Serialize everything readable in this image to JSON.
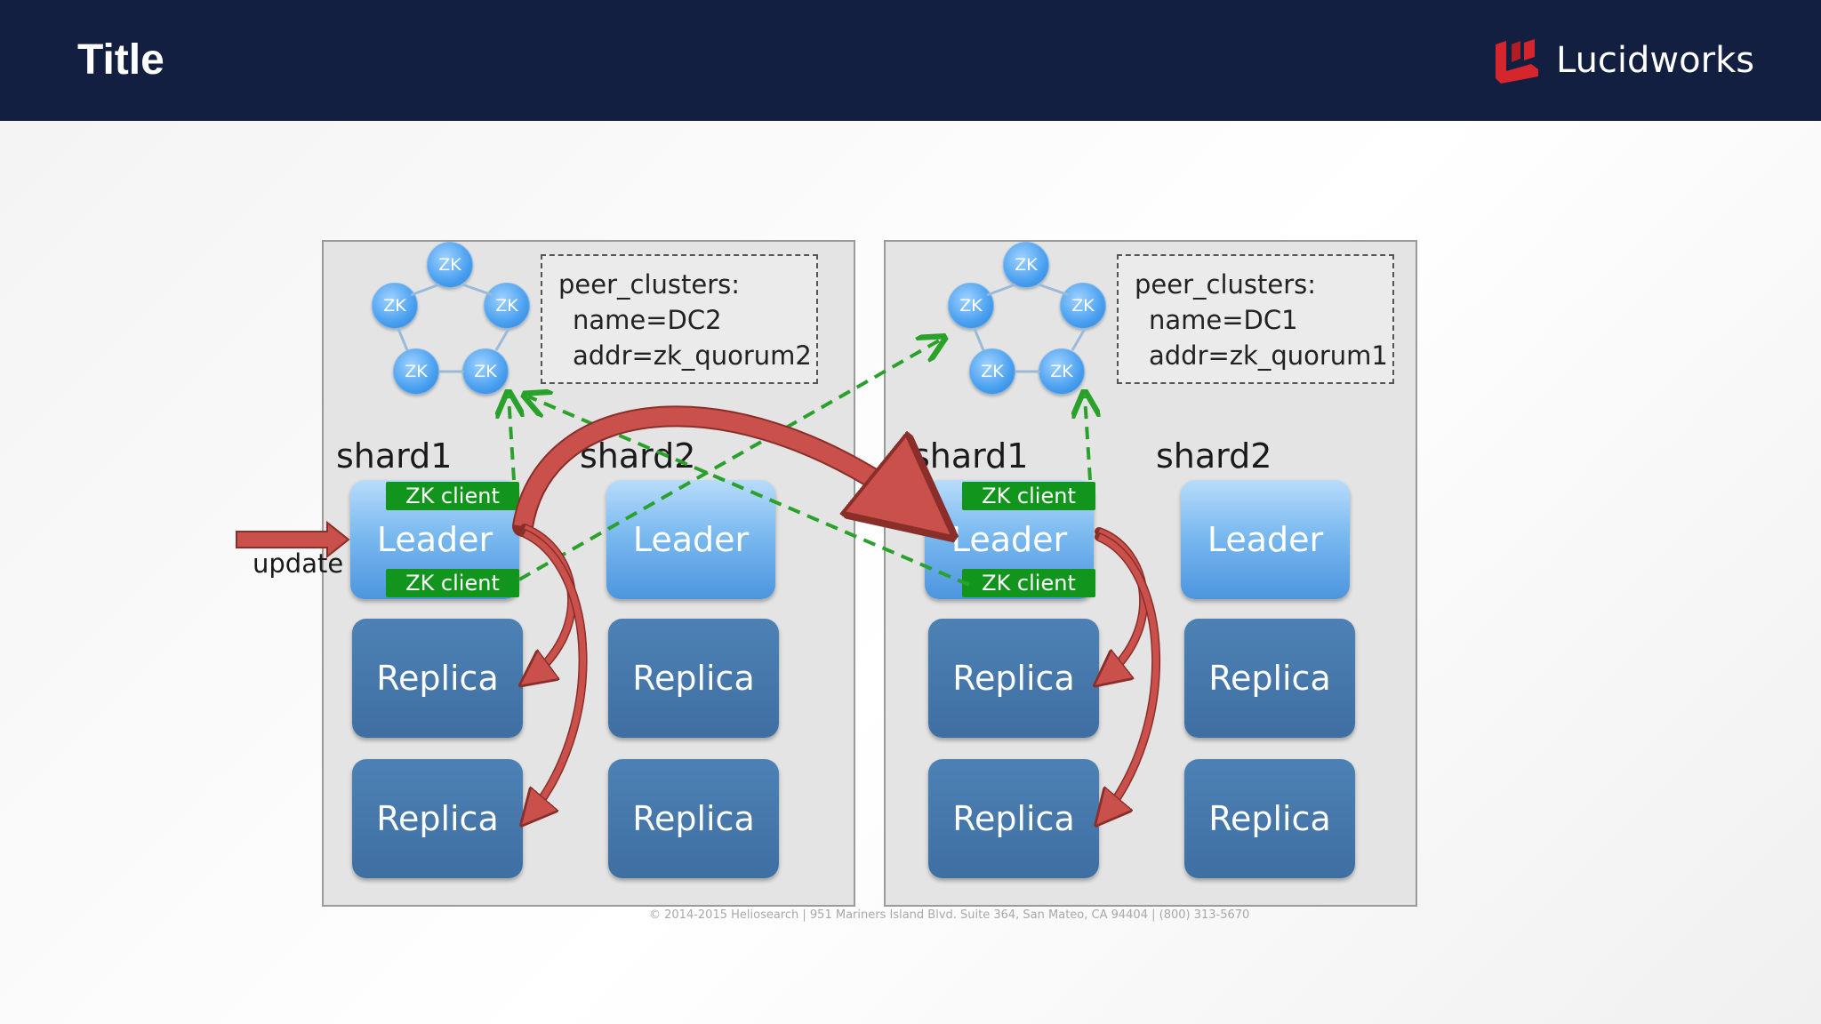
{
  "header": {
    "title": "Title",
    "brand": "Lucidworks"
  },
  "colors": {
    "header_bg": "#131f41",
    "brand_red": "#d6262d",
    "leader_blue": "#6aaef0",
    "replica_blue": "#4577aa",
    "zk_client_green": "#12951c",
    "arrow_red": "#c9504b",
    "dashed_green": "#2aa12a"
  },
  "diagram": {
    "left_panel": {
      "peer_clusters": {
        "heading": "peer_clusters:",
        "name": "name=DC2",
        "addr": "addr=zk_quorum2"
      },
      "zk_nodes": [
        "ZK",
        "ZK",
        "ZK",
        "ZK",
        "ZK"
      ],
      "shard1": {
        "label": "shard1",
        "leader": "Leader",
        "zk_client_top": "ZK client",
        "zk_client_bottom": "ZK client",
        "replicas": [
          "Replica",
          "Replica"
        ]
      },
      "shard2": {
        "label": "shard2",
        "leader": "Leader",
        "replicas": [
          "Replica",
          "Replica"
        ]
      }
    },
    "right_panel": {
      "peer_clusters": {
        "heading": "peer_clusters:",
        "name": "name=DC1",
        "addr": "addr=zk_quorum1"
      },
      "zk_nodes": [
        "ZK",
        "ZK",
        "ZK",
        "ZK",
        "ZK"
      ],
      "shard1": {
        "label": "shard1",
        "leader": "Leader",
        "zk_client_top": "ZK client",
        "zk_client_bottom": "ZK client",
        "replicas": [
          "Replica",
          "Replica"
        ]
      },
      "shard2": {
        "label": "shard2",
        "leader": "Leader",
        "replicas": [
          "Replica",
          "Replica"
        ]
      }
    },
    "update_label": "update",
    "footer": "© 2014-2015 Heliosearch  |  951 Mariners Island Blvd. Suite 364, San Mateo, CA 94404  |  (800) 313-5670"
  }
}
